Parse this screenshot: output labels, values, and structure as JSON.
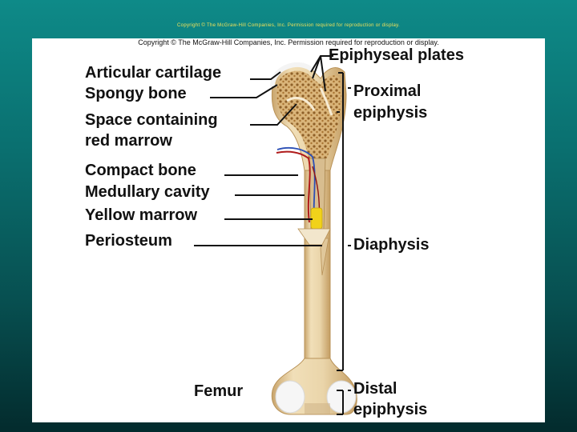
{
  "slide": {
    "top_copyright": "Copyright © The McGraw-Hill Companies, Inc. Permission required for reproduction or display."
  },
  "panel": {
    "copyright": "Copyright © The McGraw-Hill Companies, Inc. Permission required for reproduction or display."
  },
  "labels": {
    "articular_cartilage": "Articular cartilage",
    "spongy_bone": "Spongy bone",
    "space_red_marrow_1": "Space containing",
    "space_red_marrow_2": "red marrow",
    "compact_bone": "Compact bone",
    "medullary_cavity": "Medullary cavity",
    "yellow_marrow": "Yellow marrow",
    "periosteum": "Periosteum",
    "femur": "Femur",
    "epiphyseal_plates": "Epiphyseal plates",
    "proximal_1": "Proximal",
    "proximal_2": "epiphysis",
    "diaphysis": "Diaphysis",
    "distal_1": "Distal",
    "distal_2": "epiphysis"
  },
  "colors": {
    "bone": "#e9d3a8",
    "bone_shadow": "#c9a56d",
    "spongy": "#b98a3e",
    "cartilage": "#f4f4f4",
    "yellow_marrow": "#f1d21a",
    "artery": "#b01b1b",
    "vein": "#2b4fb5"
  }
}
